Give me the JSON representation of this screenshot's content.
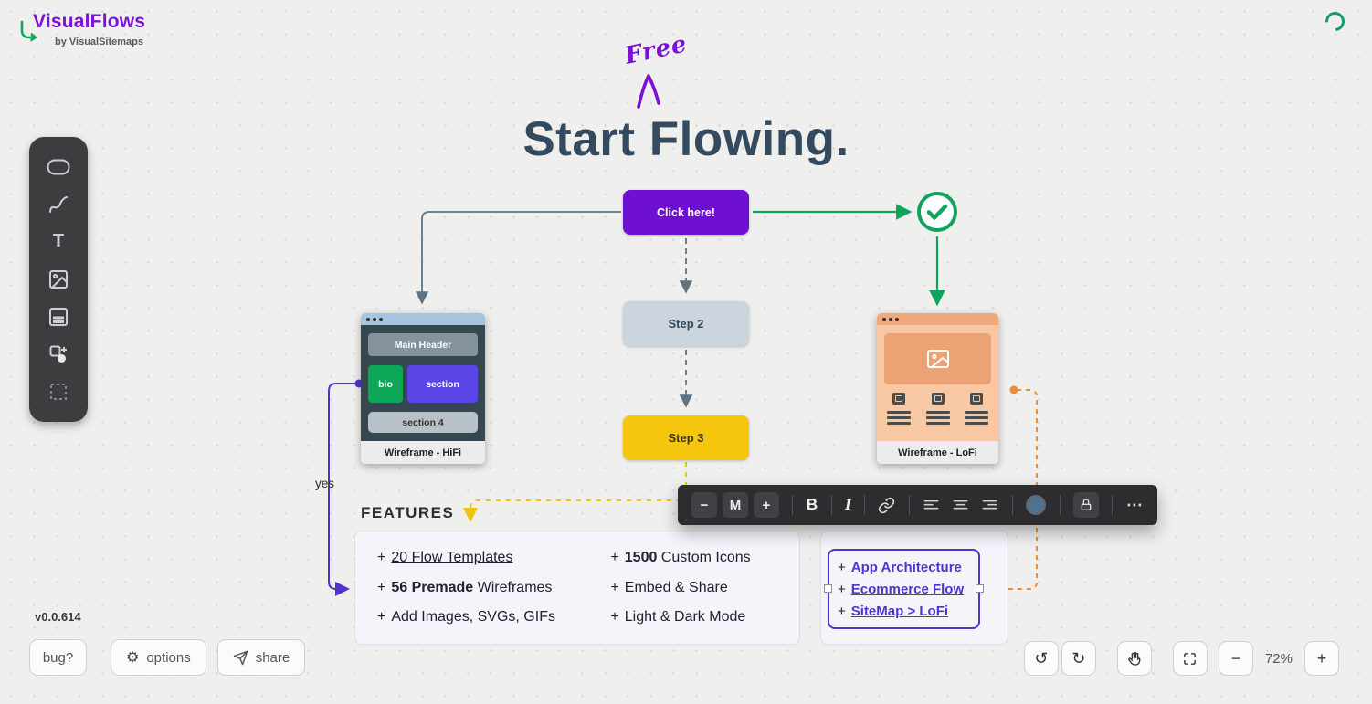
{
  "colors": {
    "brand_purple": "#7b10d8",
    "green": "#0fa35c",
    "node_purple": "#6e0fd1",
    "node_gray_blue": "#ccd5dd",
    "node_yellow": "#f6c60e",
    "indigo_link": "#5233cc",
    "orange_connector": "#ee8d33",
    "yellow_connector": "#eec40f",
    "dark_slate": "#334a5f"
  },
  "header": {
    "logo_title": "VisualFlows",
    "logo_subtitle": "by VisualSitemaps"
  },
  "icons": {
    "text_tool": "T",
    "gear": "⚙",
    "undo": "↺",
    "redo": "↻",
    "minus": "−",
    "plus": "+"
  },
  "canvas": {
    "free_annotation": "Free",
    "heading": "Start Flowing.",
    "click_button": "Click here!",
    "step2": "Step 2",
    "step3": "Step 3",
    "yes_label": "yes",
    "hifi": {
      "caption": "Wireframe - HiFi",
      "header": "Main Header",
      "bio": "bio",
      "section": "section",
      "section4": "section 4"
    },
    "lofi": {
      "caption": "Wireframe - LoFi"
    },
    "features": {
      "heading": "FEATURES",
      "col1": [
        {
          "plus": "+",
          "link": "20 Flow Templates"
        },
        {
          "plus": "+",
          "bold": "56 Premade",
          "rest": " Wireframes"
        },
        {
          "plus": "+",
          "rest": "Add Images, SVGs, GIFs"
        }
      ],
      "col2": [
        {
          "plus": "+",
          "bold": "1500",
          "rest": " Custom Icons"
        },
        {
          "plus": "+",
          "rest": "Embed & Share"
        },
        {
          "plus": "+",
          "rest": "Light & Dark Mode"
        }
      ]
    },
    "links": [
      {
        "plus": "+",
        "label": "App Architecture"
      },
      {
        "plus": "+",
        "label": "Ecommerce Flow"
      },
      {
        "plus": "+",
        "label": "SiteMap > LoFi"
      }
    ]
  },
  "format_toolbar": {
    "decrease": "−",
    "size": "M",
    "increase": "+",
    "bold": "B",
    "italic": "I",
    "more": "⋯"
  },
  "footer": {
    "version": "v0.0.614",
    "bug": "bug?",
    "options": "options",
    "share": "share",
    "zoom": "72%"
  }
}
